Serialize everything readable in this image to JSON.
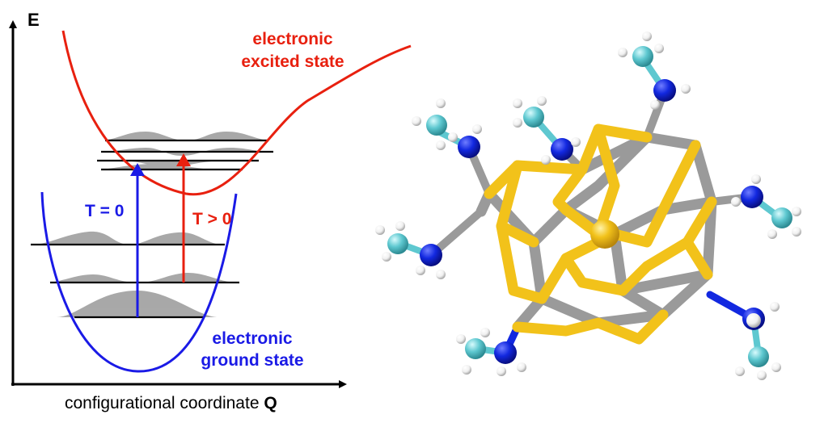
{
  "axes": {
    "y_label": "E",
    "x_label": "configurational coordinate",
    "x_label_symbol": "Q"
  },
  "excited_state": {
    "label_line1": "electronic",
    "label_line2": "excited state",
    "color": "#e8200f"
  },
  "ground_state": {
    "label_line1": "electronic",
    "label_line2": "ground state",
    "color": "#1a1ae6"
  },
  "transitions": {
    "cold_label": "T = 0",
    "hot_label": "T > 0"
  },
  "molecule": {
    "colors": {
      "sulfur": "#f2c21a",
      "metal": "#9a9a9a",
      "nitrogen": "#1228e0",
      "carbon": "#5ec8d0",
      "hydrogen": "#ffffff"
    }
  }
}
